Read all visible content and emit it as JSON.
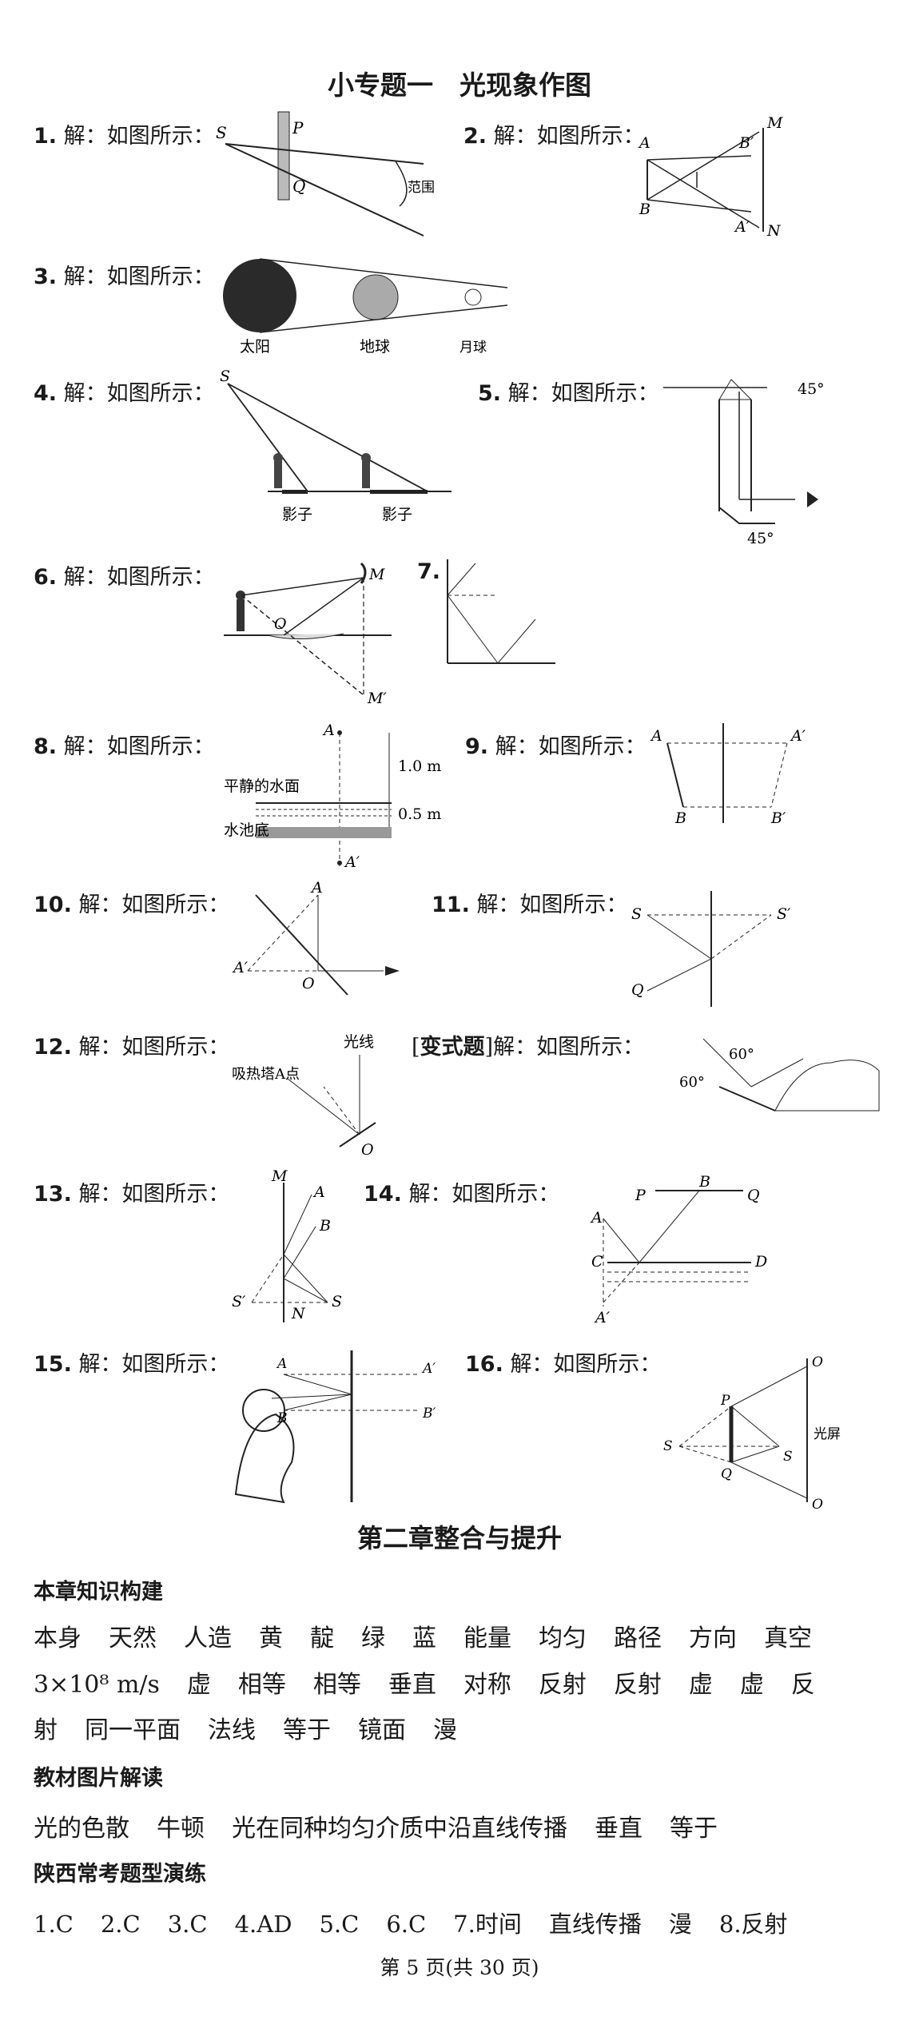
{
  "title": "小专题一　光现象作图",
  "answer_prefix": "解：如图所示：",
  "problems": [
    {
      "num": "1.",
      "labels": {
        "S": "S",
        "P": "P",
        "Q": "Q",
        "range": "范围"
      }
    },
    {
      "num": "2.",
      "labels": {
        "A": "A",
        "B": "B",
        "Bp": "B′",
        "Ap": "A′",
        "M": "M",
        "N": "N"
      }
    },
    {
      "num": "3.",
      "labels": {
        "sun": "太阳",
        "earth": "地球",
        "moon": "月球"
      }
    },
    {
      "num": "4.",
      "labels": {
        "S": "S",
        "shadow1": "影子",
        "shadow2": "影子"
      }
    },
    {
      "num": "5.",
      "labels": {
        "angle_top": "45°",
        "angle_bottom": "45°"
      }
    },
    {
      "num": "6.",
      "labels": {
        "M": "M",
        "O": "O",
        "Mp": "M′"
      }
    },
    {
      "num": "7."
    },
    {
      "num": "8.",
      "labels": {
        "A": "A",
        "Ap": "A′",
        "water": "平静的水面",
        "bottom": "水池底",
        "d1": "1.0 m",
        "d2": "0.5 m"
      }
    },
    {
      "num": "9.",
      "labels": {
        "A": "A",
        "Ap": "A′",
        "B": "B",
        "Bp": "B′"
      }
    },
    {
      "num": "10.",
      "labels": {
        "A": "A",
        "Ap": "A′",
        "O": "O"
      }
    },
    {
      "num": "11.",
      "labels": {
        "S": "S",
        "Sp": "S′",
        "Q": "Q"
      }
    },
    {
      "num": "12.",
      "labels": {
        "light": "光线",
        "tower": "吸热塔A点",
        "O": "O"
      }
    },
    {
      "num": "13.",
      "labels": {
        "M": "M",
        "A": "A",
        "B": "B",
        "Sp": "S′",
        "S": "S",
        "N": "N"
      }
    },
    {
      "num": "14.",
      "labels": {
        "P": "P",
        "B": "B",
        "Q": "Q",
        "A": "A",
        "C": "C",
        "D": "D",
        "Ap": "A′"
      }
    },
    {
      "num": "15.",
      "labels": {
        "A": "A",
        "B": "B",
        "Ap": "A′",
        "Bp": "B′"
      }
    },
    {
      "num": "16.",
      "labels": {
        "O1": "O",
        "O2": "O",
        "screen": "光屏",
        "P": "P",
        "Q": "Q",
        "S": "S",
        "S1": "S"
      }
    }
  ],
  "variant": {
    "tag": "变式题",
    "prefix": "解：如图所示：",
    "angle1": "60°",
    "angle2": "60°"
  },
  "chapter_title": "第二章整合与提升",
  "sections": {
    "knowledge": {
      "heading": "本章知识构建",
      "line1": [
        "本身",
        "天然",
        "人造",
        "黄",
        "靛",
        "绿",
        "蓝",
        "能量",
        "均匀",
        "路径",
        "方向",
        "真空"
      ],
      "speed": "3×10⁸ m/s",
      "line2": [
        "虚",
        "相等",
        "相等",
        "垂直",
        "对称",
        "反射",
        "反射",
        "虚",
        "虚",
        "反"
      ],
      "line3": [
        "射",
        "同一平面",
        "法线",
        "等于",
        "镜面",
        "漫"
      ]
    },
    "textbook": {
      "heading": "教材图片解读",
      "items": [
        "光的色散",
        "牛顿",
        "光在同种均匀介质中沿直线传播",
        "垂直",
        "等于"
      ]
    },
    "practice": {
      "heading": "陕西常考题型演练",
      "answers": [
        "1.C",
        "2.C",
        "3.C",
        "4.AD",
        "5.C",
        "6.C",
        "7.时间",
        "直线传播",
        "漫",
        "8.反射"
      ]
    }
  },
  "footer": "第 5 页(共 30 页)"
}
